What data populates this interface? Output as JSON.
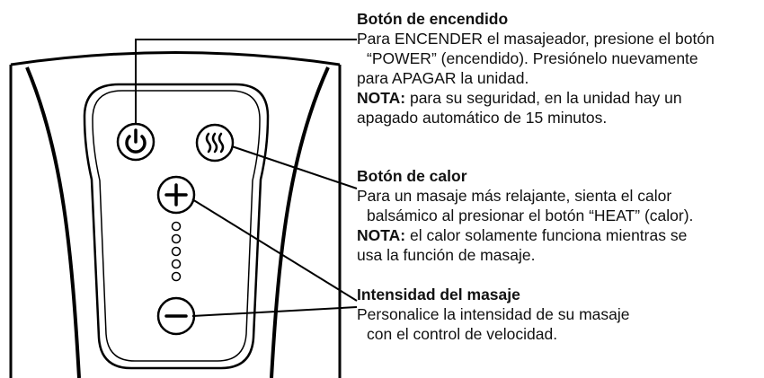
{
  "power": {
    "heading": "Botón de encendido",
    "line1": "Para ENCENDER el masajeador, presione el botón",
    "line2": "“POWER” (encendido). Presiónelo nuevamente",
    "line3": "para APAGAR la unidad.",
    "note_label": "NOTA:",
    "note_line1": " para su seguridad, en la unidad hay un",
    "note_line2": "apagado automático de 15 minutos."
  },
  "heat": {
    "heading": "Botón de calor",
    "line1": "Para un masaje más relajante, sienta el calor",
    "line2": "balsámico al presionar el botón “HEAT” (calor).",
    "note_label": "NOTA:",
    "note_line1": " el calor solamente funciona mientras se",
    "note_line2": "usa la función de masaje."
  },
  "intensity": {
    "heading": "Intensidad del masaje",
    "line1": "Personalice la intensidad de su masaje",
    "line2": "con el control de velocidad."
  },
  "icons": {
    "power": "power-icon",
    "heat": "heat-icon",
    "plus": "plus-icon",
    "minus": "minus-icon"
  },
  "speed_indicator_count": 5
}
